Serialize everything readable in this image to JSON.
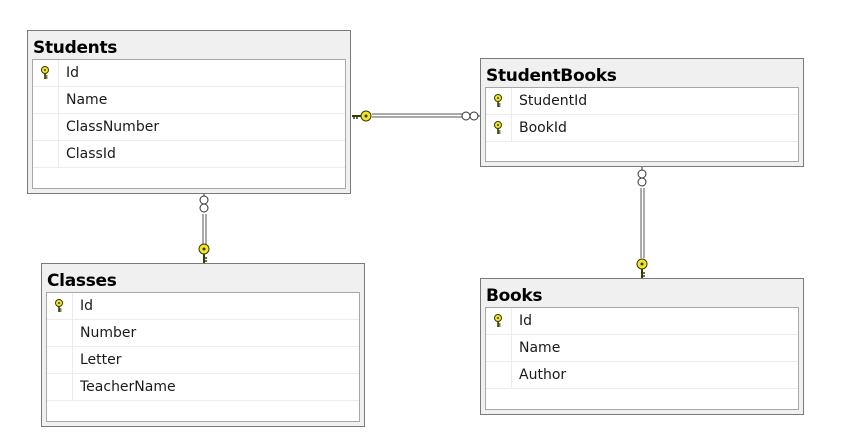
{
  "tables": {
    "students": {
      "title": "Students",
      "columns": [
        {
          "name": "Id",
          "key": true
        },
        {
          "name": "Name",
          "key": false
        },
        {
          "name": "ClassNumber",
          "key": false
        },
        {
          "name": "ClassId",
          "key": false
        }
      ]
    },
    "studentbooks": {
      "title": "StudentBooks",
      "columns": [
        {
          "name": "StudentId",
          "key": true
        },
        {
          "name": "BookId",
          "key": true
        }
      ]
    },
    "classes": {
      "title": "Classes",
      "columns": [
        {
          "name": "Id",
          "key": true
        },
        {
          "name": "Number",
          "key": false
        },
        {
          "name": "Letter",
          "key": false
        },
        {
          "name": "TeacherName",
          "key": false
        }
      ]
    },
    "books": {
      "title": "Books",
      "columns": [
        {
          "name": "Id",
          "key": true
        },
        {
          "name": "Name",
          "key": false
        },
        {
          "name": "Author",
          "key": false
        }
      ]
    }
  },
  "colors": {
    "key_fill": "#f2e531",
    "key_stroke": "#3a3a00",
    "line": "#555555"
  }
}
